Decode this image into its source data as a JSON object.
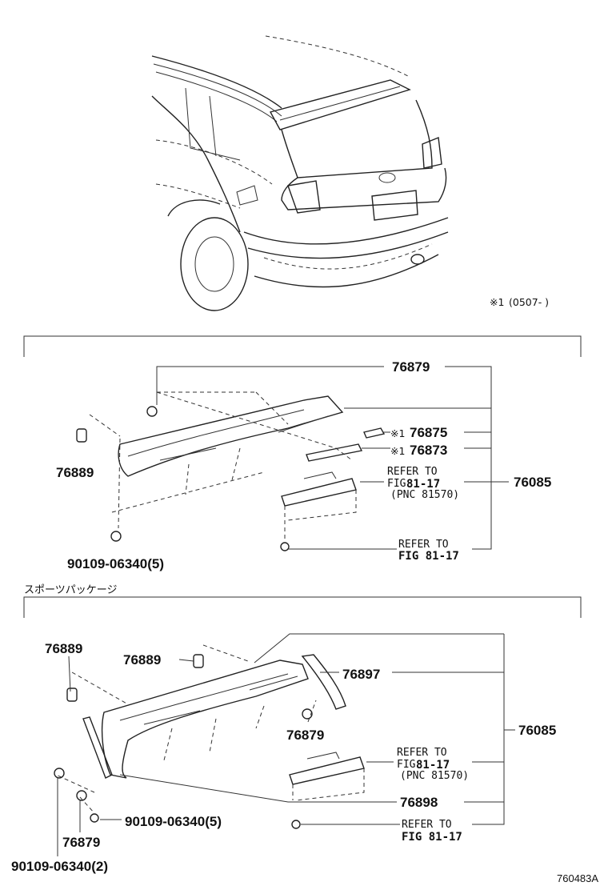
{
  "vehicle_note": {
    "mark": "※1",
    "range": "(0507-      )"
  },
  "section1": {
    "parts": {
      "p76879": "76879",
      "p76875": "76875",
      "p76873": "76873",
      "p76889": "76889",
      "p76085": "76085",
      "bolt": "90109-06340(5)"
    },
    "marks": {
      "m76875": "※1",
      "m76873": "※1"
    },
    "ref1": {
      "line1": "REFER TO",
      "line2_prefix": "FIG",
      "line2_num": "81-17",
      "line3": "(PNC 81570)"
    },
    "ref2": {
      "line1": "REFER TO",
      "line2": "FIG 81-17"
    }
  },
  "section2": {
    "header": "スポーツパッケージ",
    "parts": {
      "p76889a": "76889",
      "p76889b": "76889",
      "p76897": "76897",
      "p76879a": "76879",
      "p76085": "76085",
      "p76898": "76898",
      "bolt5": "90109-06340(5)",
      "p76879b": "76879",
      "bolt2": "90109-06340(2)"
    },
    "ref1": {
      "line1": "REFER TO",
      "line2_prefix": "FIG",
      "line2_num": "81-17",
      "line3": "(PNC 81570)"
    },
    "ref2": {
      "line1": "REFER TO",
      "line2": "FIG 81-17"
    }
  },
  "diagram_code": "760483A"
}
